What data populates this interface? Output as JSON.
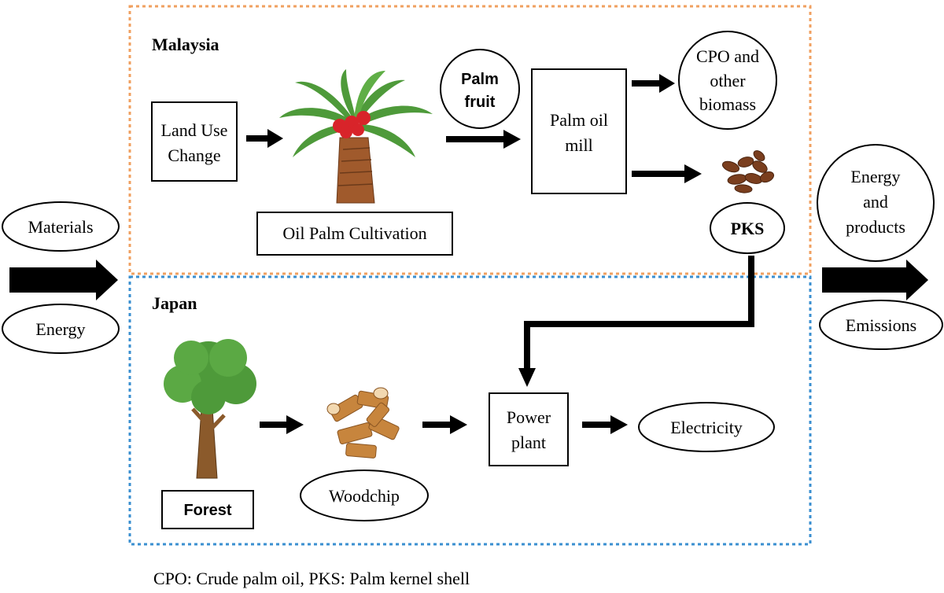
{
  "colors": {
    "malaysia_border": "#F0A060",
    "japan_border": "#3A8FD0",
    "palm_fruit": "#D8242A",
    "trunk": "#A05A2C",
    "leaf": "#4E9A3A",
    "woodchip": "#C7853D",
    "pks": "#7A3E1E"
  },
  "regions": {
    "malaysia": "Malaysia",
    "japan": "Japan"
  },
  "inputs": {
    "materials": "Materials",
    "energy": "Energy"
  },
  "outputs": {
    "energy_products_line1": "Energy",
    "energy_products_line2": "and",
    "energy_products_line3": "products",
    "emissions": "Emissions"
  },
  "malaysia": {
    "land_use_line1": "Land Use",
    "land_use_line2": "Change",
    "oil_palm_cultivation": "Oil Palm Cultivation",
    "palm_fruit_line1": "Palm",
    "palm_fruit_line2": "fruit",
    "mill_line1": "Palm oil",
    "mill_line2": "mill",
    "cpo_line1": "CPO and",
    "cpo_line2": "other",
    "cpo_line3": "biomass",
    "pks": "PKS"
  },
  "japan": {
    "forest": "Forest",
    "woodchip": "Woodchip",
    "power_line1": "Power",
    "power_line2": "plant",
    "electricity": "Electricity"
  },
  "footnote": "CPO: Crude palm oil, PKS: Palm kernel shell",
  "icons": [
    "palm-tree-icon",
    "pks-icon",
    "tree-icon",
    "woodchip-icon"
  ]
}
